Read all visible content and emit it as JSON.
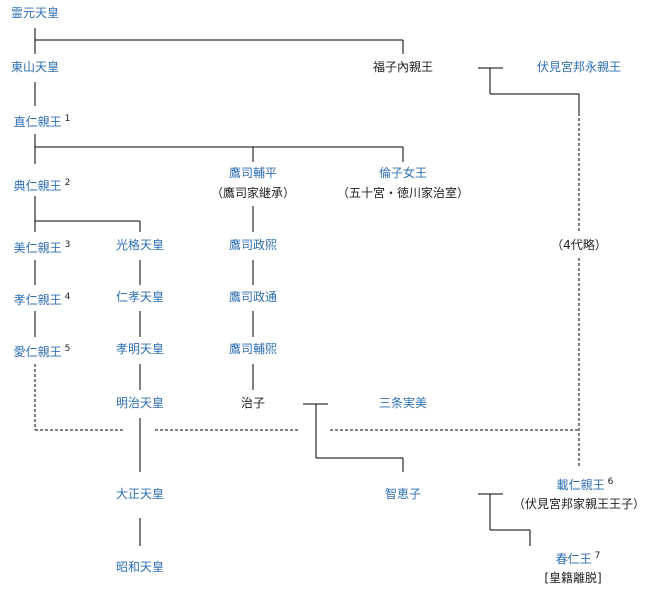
{
  "nodes": {
    "reigen": "霊元天皇",
    "higashiyama": "東山天皇",
    "fukuko": "福子內親王",
    "kuninaga": "伏見宮邦永親王",
    "naohito": "直仁親王",
    "naohito_note": "1",
    "sukehito": "典仁親王",
    "sukehito_note": "2",
    "takatsukasa_sukehira": "鷹司輔平",
    "sukehira_sub": "（鷹司家継承）",
    "tomoko": "倫子女王",
    "tomoko_sub": "（五十宮・徳川家治室）",
    "yoshihito": "美仁親王",
    "yoshihito_note": "3",
    "kokaku": "光格天皇",
    "masahiro": "鷹司政煕",
    "omitted": "（4代略）",
    "takahito": "孝仁親王",
    "takahito_note": "4",
    "ninko": "仁孝天皇",
    "masamichi": "鷹司政通",
    "naruhito": "愛仁親王",
    "naruhito_note": "5",
    "komei": "孝明天皇",
    "sukehiro": "鷹司輔煕",
    "meiji": "明治天皇",
    "haruko": "治子",
    "sanetomi": "三条実美",
    "taisho": "大正天皇",
    "chieko": "智恵子",
    "hirohito_shinno": "載仁親王",
    "hirohito_shinno_note": "6",
    "hirohito_shinno_sub": "（伏見宮邦家親王王子）",
    "showa": "昭和天皇",
    "haruhito": "春仁王",
    "haruhito_note": "7",
    "haruhito_sub": "[皇籍離脱]"
  }
}
